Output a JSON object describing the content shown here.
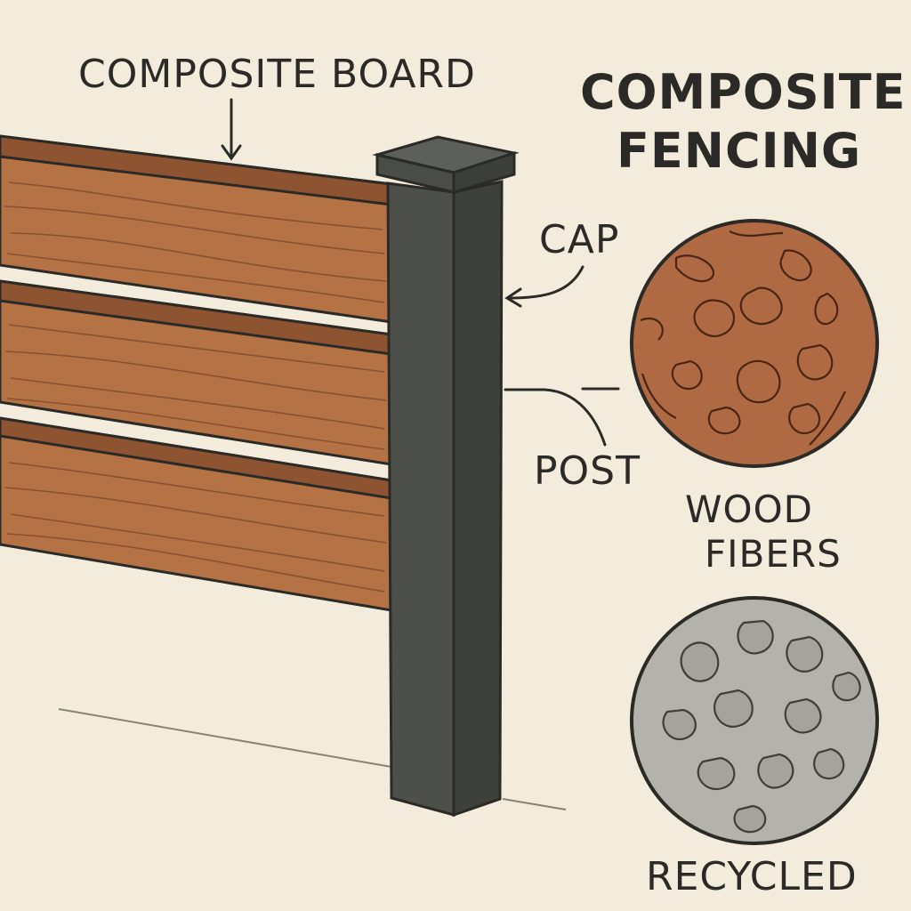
{
  "labels": {
    "composite_board": "COMPOSITE BOARD",
    "title_line1": "COMPOSITE",
    "title_line2": "FENCING",
    "cap": "CAP",
    "post": "POST",
    "wood_fibers_line1": "WOOD",
    "wood_fibers_line2": "FIBERS",
    "recycled": "RECYCLED"
  },
  "colors": {
    "background": "#f3ecdc",
    "board": "#b57245",
    "board_edge": "#8e5431",
    "post": "#4d504a",
    "post_shade": "#3d403b",
    "cap": "#5a5d56",
    "wood_fibers_fill": "#b06a43",
    "recycled_fill": "#b3b2ab",
    "ink": "#2b2a26"
  }
}
